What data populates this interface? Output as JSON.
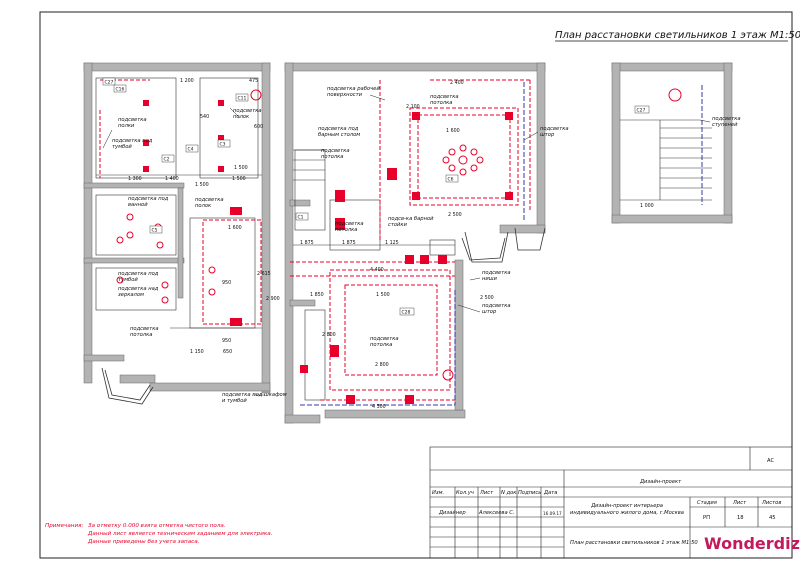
{
  "sheet": {
    "title": "План расстановки светильников 1 этаж М1:50"
  },
  "labels": {
    "shelf_lights_1": "подсветка полки",
    "shelf_lights_2": "подсветка полок",
    "shelf_lights_3": "подсветка полок",
    "under_basin": "подсветка под тумбой",
    "under_bath": "подсветка под ванной",
    "under_basin_2": "подсветка под тумбой",
    "over_mirror": "подсветка над зеркалом",
    "ceiling_1": "подсветка потолка",
    "work_surface": "подсветка рабочей поверхности",
    "under_bar": "подсветка под барным столом",
    "ceiling_2": "подсветка потолка",
    "bar_rack": "подсв-ка барной стойки",
    "ceiling_3": "подсветка потолка",
    "ceiling_4": "подсветка потолка",
    "ceiling_5": "подсветка потолка",
    "curtain_1": "подсветка штор",
    "niche": "подсветка ниши",
    "curtain_2": "подсветка штор",
    "under_wardrobe": "подсветка под шкафом и тумбой",
    "stairs": "подсветка ступеней"
  },
  "dims": {
    "d1": "1 200",
    "d2": "475",
    "d3": "600",
    "d4": "540",
    "d5": "1 300",
    "d6": "1 500",
    "d7": "1 400",
    "d8": "1 500",
    "d9": "1 500",
    "d10": "1 600",
    "d11": "950",
    "d12": "2 615",
    "d13": "2 900",
    "d14": "950",
    "d15": "650",
    "d16": "1 150",
    "d17": "1 875",
    "d18": "1 875",
    "d19": "1 850",
    "d20": "2 400",
    "d21": "1 600",
    "d22": "2 500",
    "d23": "1 125",
    "d24": "4 400",
    "d25": "1 500",
    "d26": "2 800",
    "d27": "2 800",
    "d28": "4 300",
    "d29": "1 000",
    "d30": "2 100",
    "d31": "2 500"
  },
  "lamp_codes": [
    "C27",
    "C16",
    "C11",
    "C2",
    "C3",
    "C4",
    "C5",
    "C6",
    "C1",
    "C28",
    "C15"
  ],
  "notes": {
    "heading": "Примечания:",
    "n1": "За отметку 0.000 взята отметка чистого пола.",
    "n2": "Данный лист является техническим заданием для электрика.",
    "n3": "Данные приведены без учета запаса."
  },
  "stamp": {
    "sheet_code": "АС",
    "project_type": "Дизайн-проект",
    "col_izm": "Изм.",
    "col_koluch": "Кол.уч",
    "col_list": "Лист",
    "col_ndok": "N док.",
    "col_podpis": "Подпись",
    "col_data": "Дата",
    "role": "Дизайнер",
    "person": "Алексеева С.",
    "date": "16.09.17",
    "project_name": "Дизайн-проект интерьера индивидуального жилого дома, г.Москва",
    "stage_label": "Стадия",
    "sheet_label": "Лист",
    "sheets_label": "Листов",
    "stage_value": "РП",
    "sheet_value": "18",
    "sheets_value": "45",
    "drawing_name": "План расстановки светильников 1 этаж М1:50",
    "logo": "Wonderdiz"
  },
  "colors": {
    "wall": "#b3b3b3",
    "line": "#222222",
    "accent": "#e8002a",
    "dash_blue": "#3a3aa8",
    "note": "#e8002a",
    "logo_w": "#c3195d",
    "logo_text": "#8a2a8a"
  }
}
